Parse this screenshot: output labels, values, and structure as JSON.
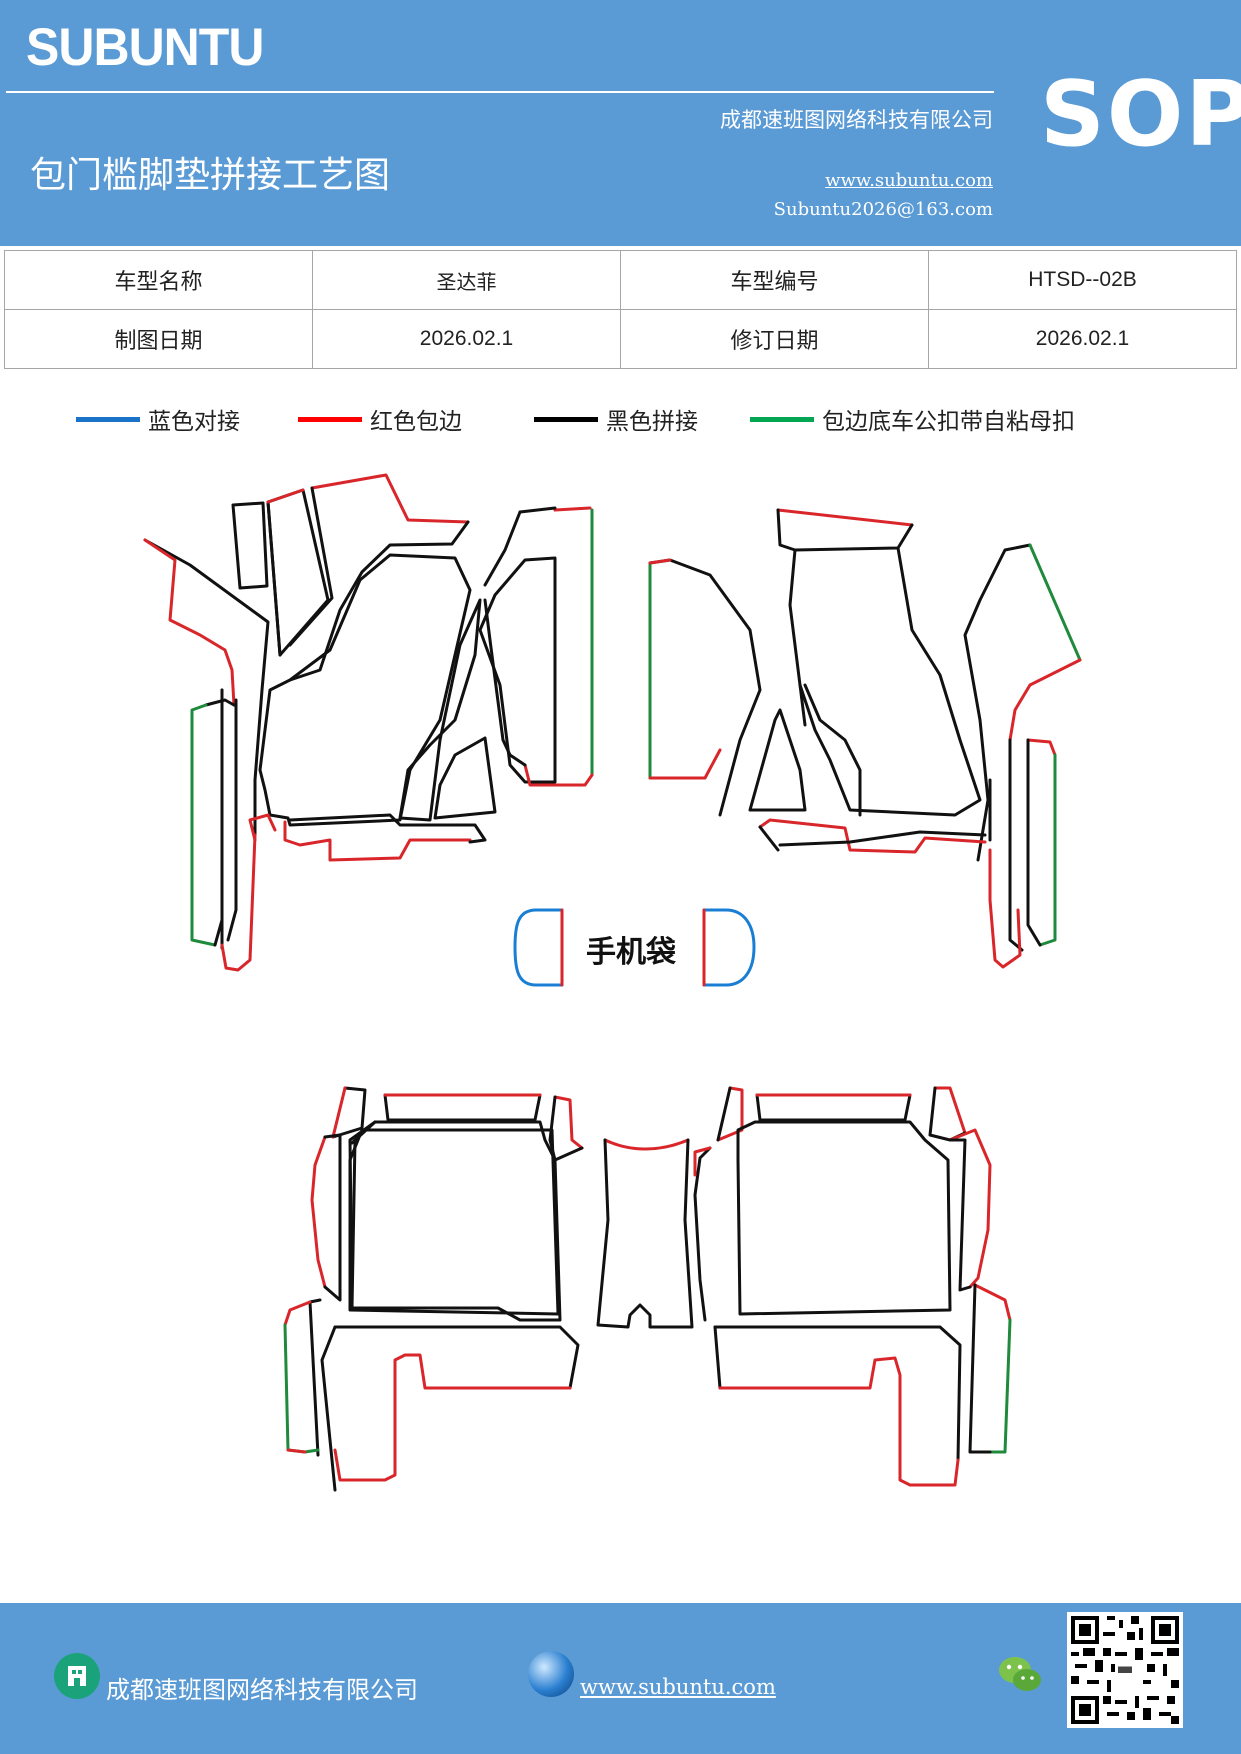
{
  "header": {
    "brand": "SUBUNTU",
    "doc_type": "SOP",
    "company": "成都速班图网络科技有限公司",
    "title": "包门槛脚垫拼接工艺图",
    "website": "www.subuntu.com",
    "email": "Subuntu2026@163.com"
  },
  "info_table": {
    "rows": [
      [
        "车型名称",
        "圣达菲",
        "车型编号",
        "HTSD--02B"
      ],
      [
        "制图日期",
        "2026.02.1",
        "修订日期",
        "2026.02.1"
      ]
    ]
  },
  "legend": [
    {
      "label": "蓝色对接",
      "color": "#1a73c9"
    },
    {
      "label": "红色包边",
      "color": "#ff0000"
    },
    {
      "label": "黑色拼接",
      "color": "#000000"
    },
    {
      "label": "包边底车公扣带自粘母扣",
      "color": "#00a651"
    }
  ],
  "diagram": {
    "center_label": "手机袋",
    "colors": {
      "blue": "#1a7fd4",
      "red": "#d9262a",
      "black": "#111111",
      "green": "#1f8a3c"
    }
  },
  "footer": {
    "company": "成都速班图网络科技有限公司",
    "website": "www.subuntu.com",
    "icons": [
      "building-icon",
      "globe-icon",
      "wechat-icon",
      "qr-code"
    ]
  }
}
